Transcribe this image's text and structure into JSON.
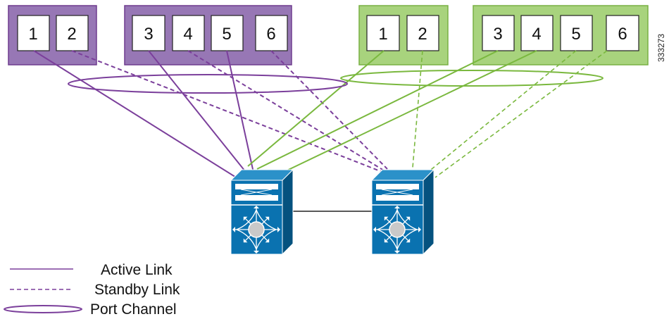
{
  "figure_id": "333273",
  "colors": {
    "purple_group_fill": "#9777b5",
    "purple_group_stroke": "#6e3b8e",
    "green_group_fill": "#a8d37d",
    "green_group_stroke": "#79b043",
    "purple_link": "#7b3f9b",
    "green_link": "#7ab83e",
    "switch_face": "#0a72b0",
    "switch_dark": "#05527f",
    "switch_top": "#2b91c9"
  },
  "port_groups": [
    {
      "name": "purple-group-a",
      "color": "purple",
      "ports": [
        "1",
        "2"
      ]
    },
    {
      "name": "purple-group-b",
      "color": "purple",
      "ports": [
        "3",
        "4",
        "5",
        "6"
      ]
    },
    {
      "name": "green-group-a",
      "color": "green",
      "ports": [
        "1",
        "2"
      ]
    },
    {
      "name": "green-group-b",
      "color": "green",
      "ports": [
        "3",
        "4",
        "5",
        "6"
      ]
    }
  ],
  "switches": [
    {
      "name": "switch-left",
      "icon": "nexus-switch-icon"
    },
    {
      "name": "switch-right",
      "icon": "nexus-switch-icon"
    }
  ],
  "legend": {
    "active_label": "Active Link",
    "standby_label": "Standby Link",
    "port_channel_label": "Port Channel"
  }
}
